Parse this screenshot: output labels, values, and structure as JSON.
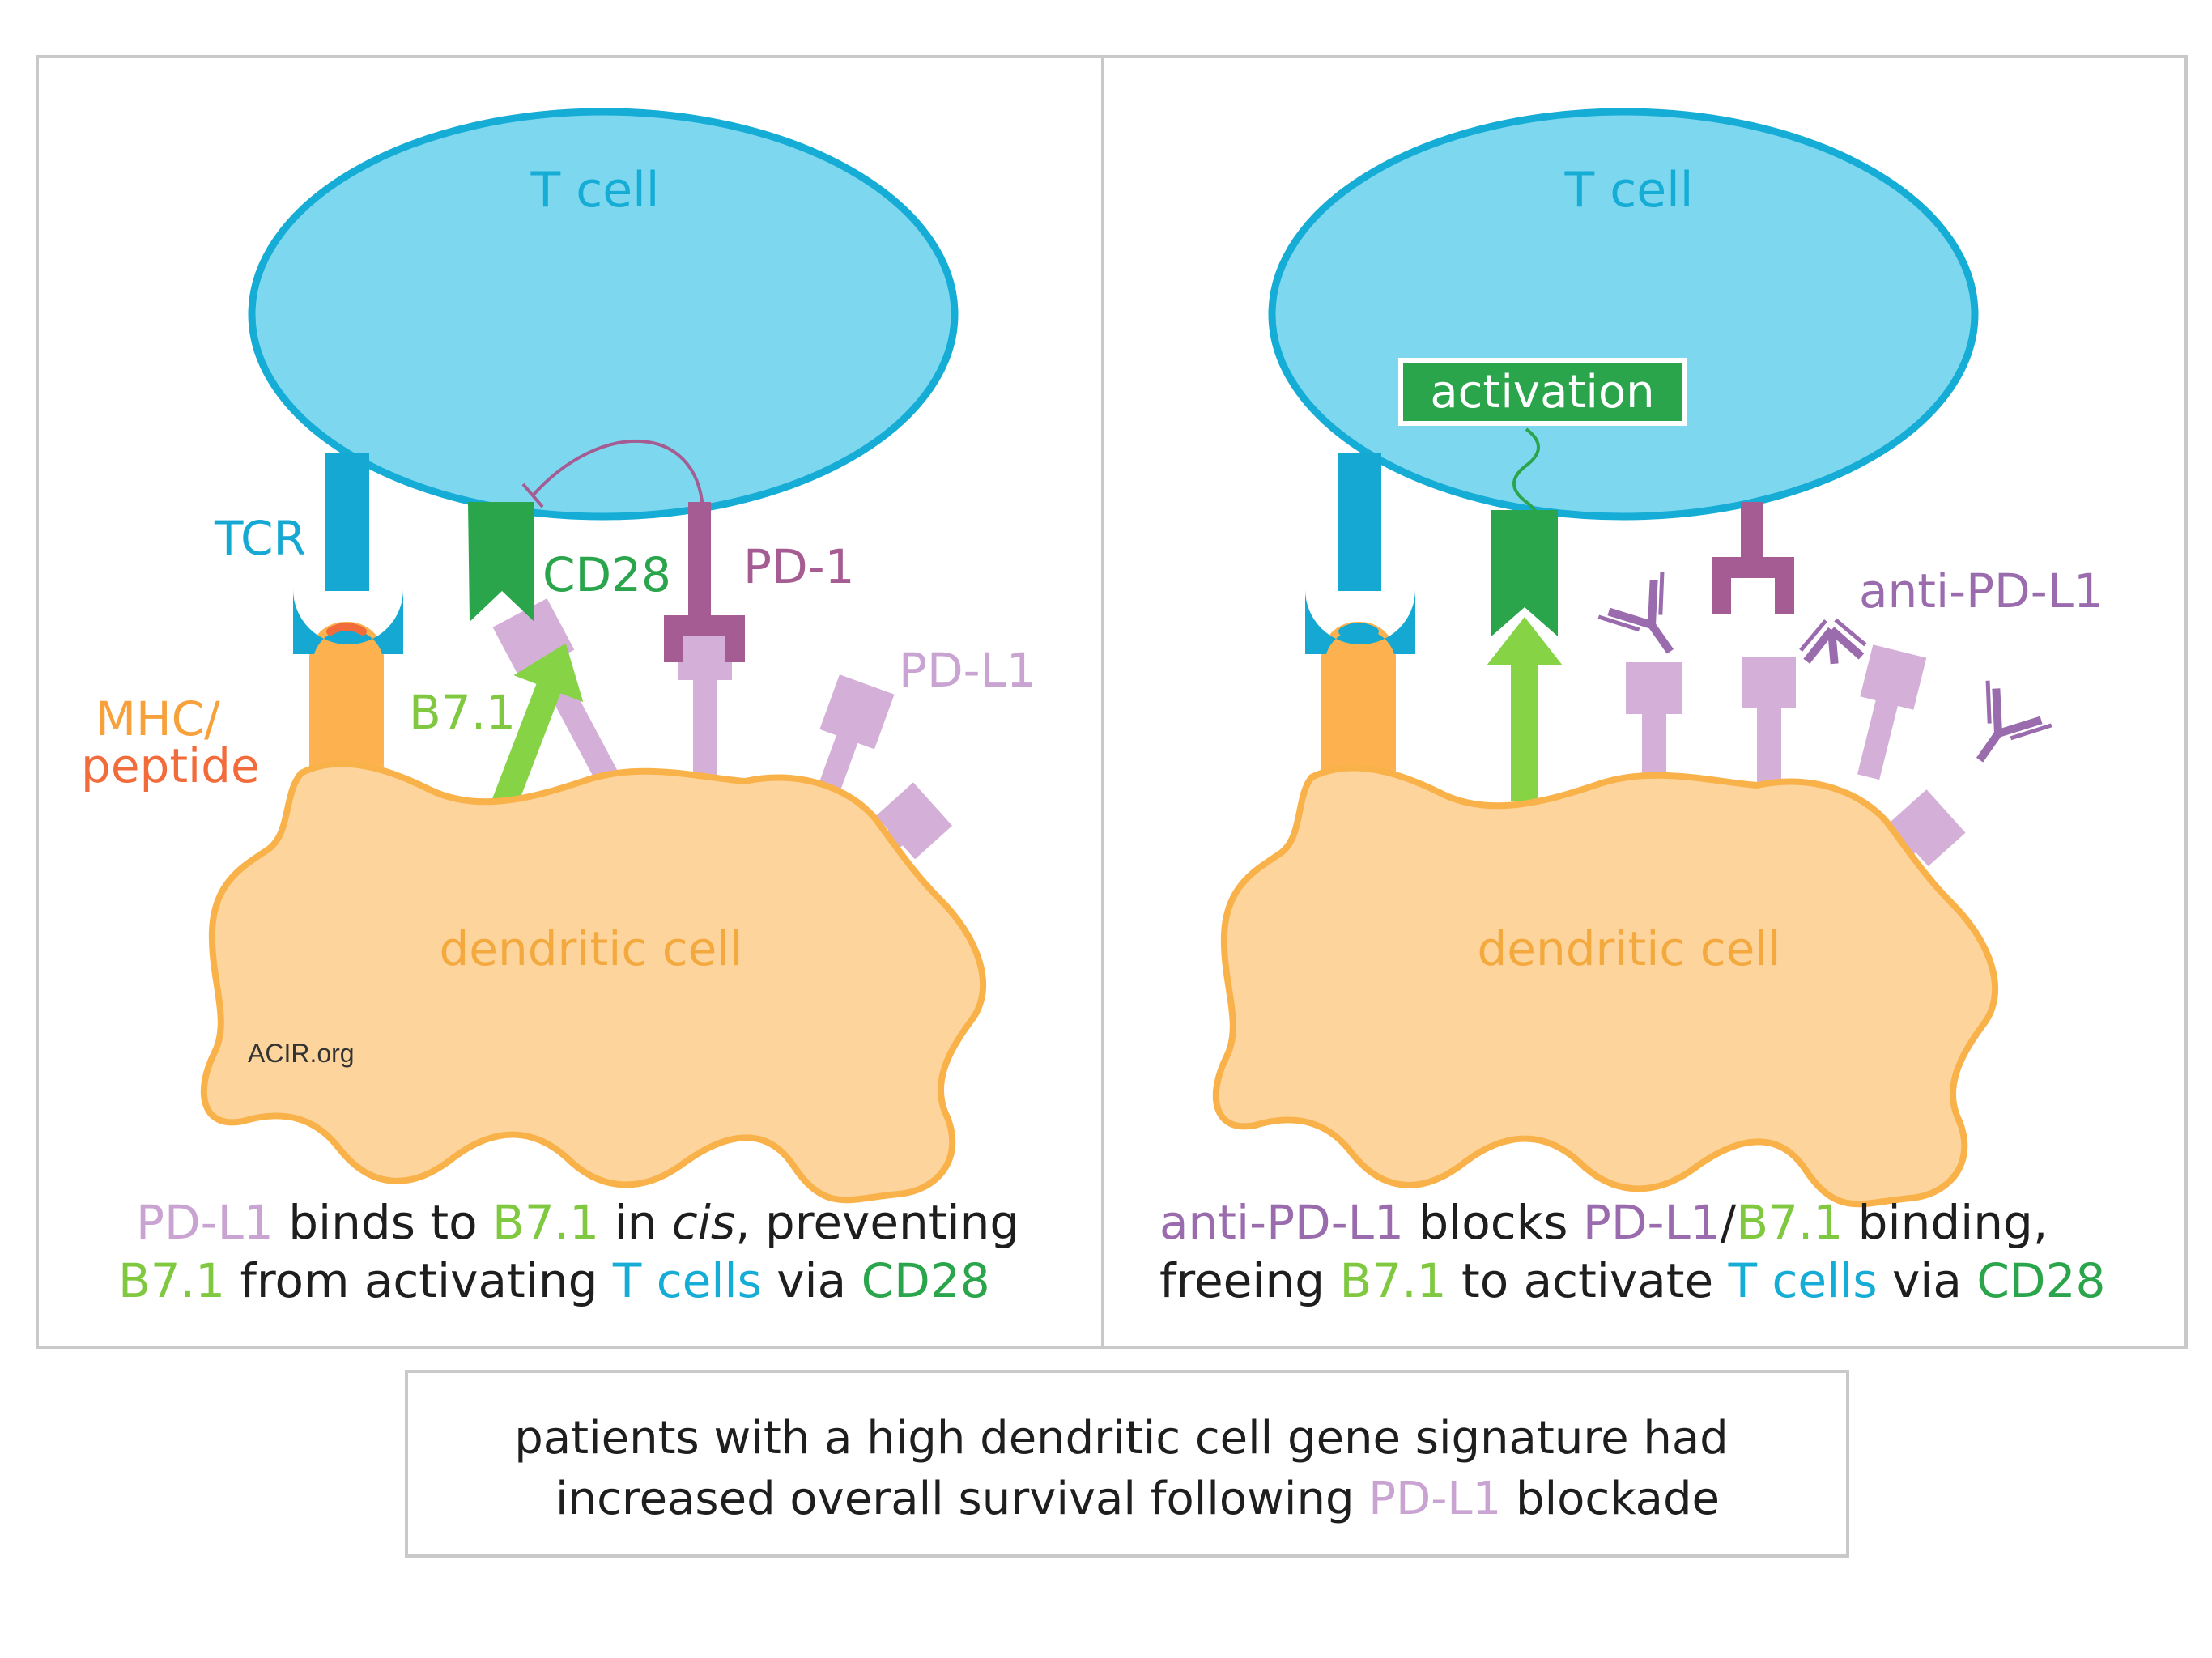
{
  "colors": {
    "tcell_fill": "#7dd8ef",
    "tcell_stroke": "#15acd6",
    "tcr": "#14a8d3",
    "cd28": "#2aa54b",
    "pd1": "#a55c92",
    "pdl1": "#d4b0d9",
    "pdl1_text": "#c9a3d1",
    "b71": "#86d445",
    "b71_text": "#7fc83f",
    "mhc": "#fdb24f",
    "mhc_text": "#f7a13c",
    "peptide_text": "#f26b3a",
    "dc_fill": "#fdd49c",
    "dc_stroke": "#f9b24a",
    "dc_text": "#f4a93e",
    "antibody": "#9a6cad",
    "activation_bg": "#2aa54b",
    "panel_border": "#c9c9c9",
    "text_dark": "#1e1e1e"
  },
  "left_panel": {
    "tcell_label": "T cell",
    "tcr_label": "TCR",
    "cd28_label": "CD28",
    "pd1_label": "PD-1",
    "pdl1_label": "PD-L1",
    "b71_label": "B7.1",
    "mhc_label": "MHC/",
    "peptide_label": "peptide",
    "dc_label": "dendritic cell",
    "watermark": "ACIR.org",
    "caption": {
      "line1": {
        "pdl1": "PD-L1",
        "t1": "binds to",
        "b71": "B7.1",
        "t2": "in",
        "cis": "cis",
        "t3": ", preventing"
      },
      "line2": {
        "b71": "B7.1",
        "t1": "from activating",
        "tcells": "T cells",
        "t2": "via",
        "cd28": "CD28"
      }
    }
  },
  "right_panel": {
    "tcell_label": "T cell",
    "activation_label": "activation",
    "anti_pdl1_label": "anti-PD-L1",
    "dc_label": "dendritic cell",
    "caption": {
      "line1": {
        "anti": "anti-PD-L1",
        "t1": "blocks",
        "pdl1": "PD-L1",
        "slash": "/",
        "b71": "B7.1",
        "t2": "binding,"
      },
      "line2": {
        "t1": "freeing",
        "b71": "B7.1",
        "t2": "to activate",
        "tcells": "T cells",
        "t3": "via",
        "cd28": "CD28"
      }
    }
  },
  "bottom_box": {
    "line1": "patients with a high dendritic cell gene signature had",
    "line2_start": "increased overall survival following",
    "line2_pdl1": "PD-L1",
    "line2_end": "blockade"
  }
}
